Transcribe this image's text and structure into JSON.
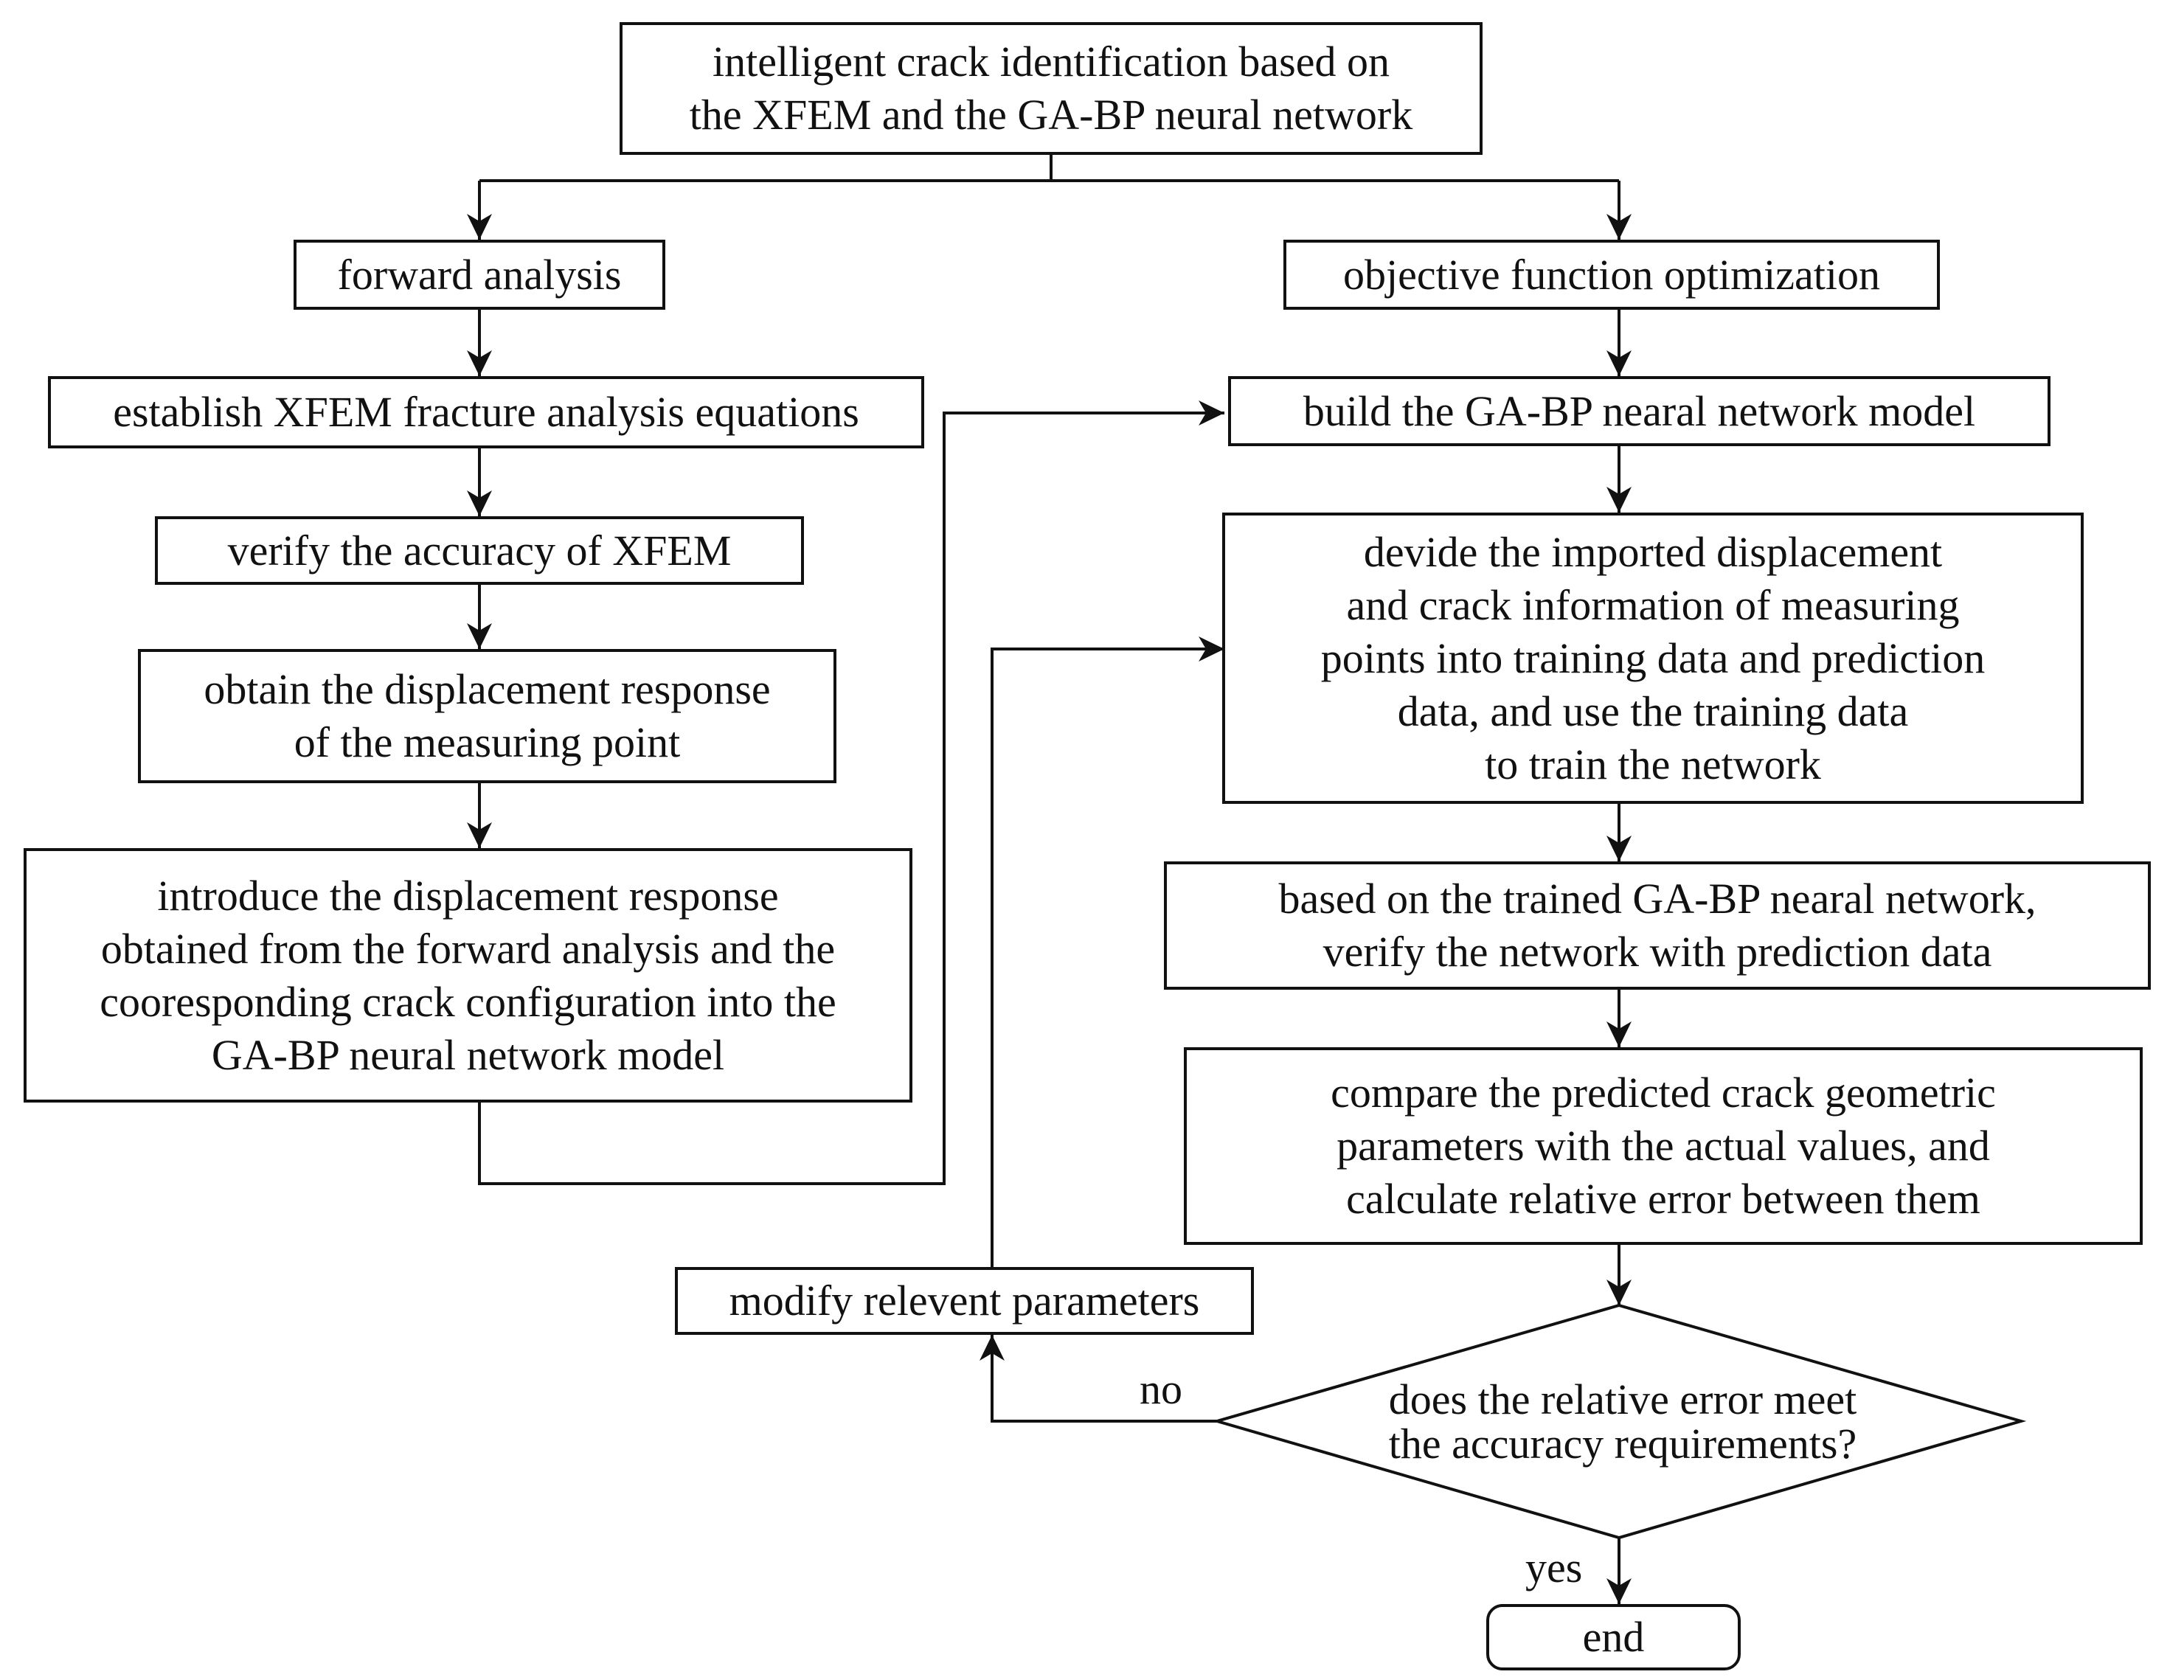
{
  "nodes": {
    "title": [
      "intelligent crack identification based on",
      "the XFEM and the GA-BP neural network"
    ],
    "forward": "forward analysis",
    "objective": "objective function optimization",
    "establish": "establish XFEM fracture analysis equations",
    "verify_xfem": "verify the accuracy of XFEM",
    "obtain": [
      "obtain the displacement response",
      "of the measuring point"
    ],
    "introduce": [
      "introduce the displacement response",
      "obtained from the forward analysis and the",
      "cooresponding crack configuration  into the",
      "GA-BP neural network model"
    ],
    "build": "build the GA-BP nearal network model",
    "divide": [
      "devide the imported displacement",
      "and crack information of measuring",
      "points into training data and prediction",
      "data, and use the training data",
      "to train the network"
    ],
    "based": [
      "based on the trained GA-BP nearal network,",
      "verify the  network with prediction data"
    ],
    "compare": [
      "compare the predicted crack geometric",
      "parameters with the actual values, and",
      "calculate relative error between them"
    ],
    "modify": "modify relevent parameters",
    "decision": [
      "does the relative error meet",
      "the accuracy requirements?"
    ],
    "end": "end"
  },
  "labels": {
    "no": "no",
    "yes": "yes"
  },
  "colors": {
    "stroke": "#111111",
    "background": "#ffffff"
  }
}
